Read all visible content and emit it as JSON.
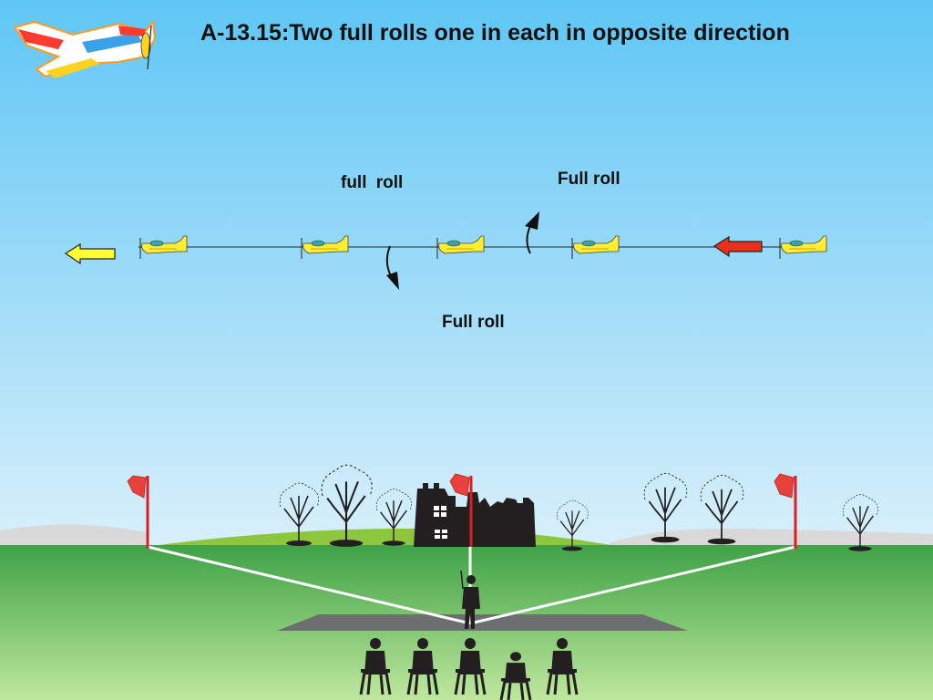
{
  "title": "A-13.15:Two full rolls one in each in opposite direction",
  "labels": {
    "full_roll_1": "full  roll",
    "full_roll_2": "Full roll",
    "full_roll_3": "Full roll"
  },
  "colors": {
    "sky_top": "#5fc6f5",
    "sky_bottom": "#d8f0fb",
    "grass_top": "#3fa246",
    "grass_bottom": "#bfe89e",
    "plane_yellow": "#ffee33",
    "arrow_exit": "#ffff33",
    "arrow_entry": "#e8301a",
    "flag_red": "#e8403a",
    "pole_red": "#d81f26",
    "silhouette": "#231f20"
  },
  "icons": {
    "logo": "aerobatic-plane-icon",
    "exit_arrow": "left-arrow-icon",
    "entry_arrow": "left-arrow-icon",
    "planes": "model-plane-icon",
    "flags": "flag-icon",
    "trees": "tree-icon",
    "castle": "castle-ruin-icon",
    "pilot": "pilot-silhouette-icon",
    "spectators": "spectator-silhouette-icon"
  }
}
